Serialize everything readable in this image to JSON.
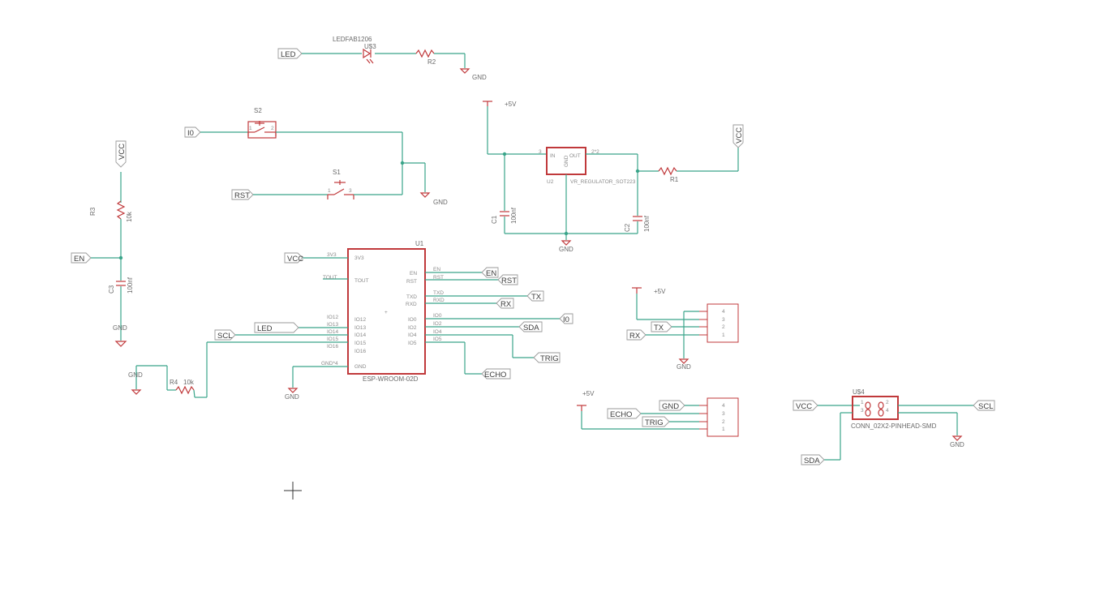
{
  "labels": {
    "led_top": "LED",
    "io_s2": "I0",
    "rst_s1": "RST",
    "en_left": "EN",
    "vcc_u1": "VCC",
    "led_u1": "LED",
    "scl_u1": "SCL",
    "en_out": "EN",
    "rst_out": "RST",
    "tx_out": "TX",
    "rx_out": "RX",
    "io0_out": "I0",
    "sda_out": "SDA",
    "trig_out": "TRIG",
    "echo_out": "ECHO",
    "tx_conn": "TX",
    "rx_conn": "RX",
    "gnd_conn2": "GND",
    "echo_conn2": "ECHO",
    "trig_conn2": "TRIG",
    "vcc_u4": "VCC",
    "scl_u4": "SCL",
    "sda_u4": "SDA",
    "vcc_r3": "VCC",
    "vcc_r1": "VCC"
  },
  "parts": {
    "led": {
      "name": "LEDFAB1206",
      "ref": "U$3"
    },
    "r2": {
      "ref": "R2"
    },
    "s2": {
      "ref": "S2"
    },
    "s1": {
      "ref": "S1"
    },
    "r3": {
      "ref": "R3",
      "value": "10k"
    },
    "c3": {
      "ref": "C3",
      "value": "100nf"
    },
    "r4": {
      "ref": "R4",
      "value": "10k"
    },
    "reg": {
      "name": "VR_REGULATOR_SOT223",
      "in": "IN",
      "out": "OUT",
      "gnd": "GND",
      "pin_in": "3",
      "pin_out": "2*2",
      "ref_pin": "U2"
    },
    "c1": {
      "ref": "C1",
      "value": "100nf"
    },
    "c2": {
      "ref": "C2",
      "value": "100nf"
    },
    "r1": {
      "ref": "R1"
    },
    "u1": {
      "ref": "U1",
      "name": "ESP-WROOM-02D",
      "left_pins": [
        "3V3",
        "TOUT",
        "IO12",
        "IO13",
        "IO14",
        "IO15",
        "IO16",
        "GND"
      ],
      "left_wire_names": [
        "3V3",
        "TOUT",
        "IO12",
        "IO13",
        "IO14",
        "IO15",
        "IO16",
        "GND*4"
      ],
      "right_pins": [
        "EN",
        "RST",
        "TXD",
        "RXD",
        "IO0",
        "IO2",
        "IO4",
        "IO5"
      ],
      "right_wire_names": [
        "EN",
        "RST",
        "TXD",
        "RXD",
        "IO0",
        "IO2",
        "IO4",
        "IO5"
      ]
    },
    "conn1": {
      "pins": [
        "4",
        "3",
        "2",
        "1"
      ]
    },
    "conn2": {
      "pins": [
        "4",
        "3",
        "2",
        "1"
      ]
    },
    "u4": {
      "ref": "U$4",
      "name": "CONN_02X2-PINHEAD-SMD",
      "pins": [
        "1",
        "2",
        "3",
        "4"
      ]
    }
  },
  "power": {
    "gnd": "GND",
    "plus5v": "+5V"
  }
}
